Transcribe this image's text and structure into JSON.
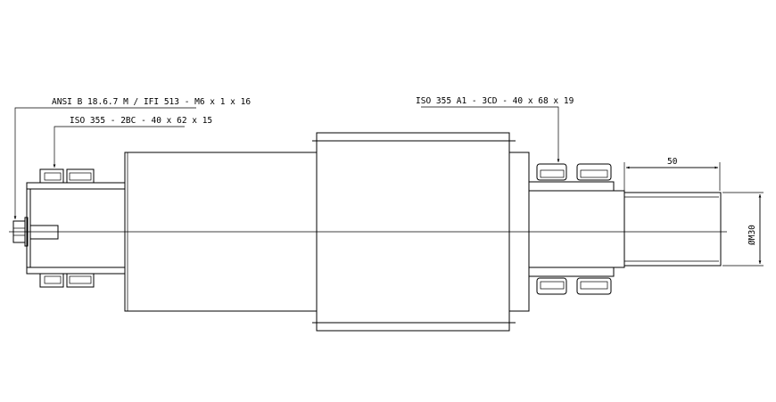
{
  "drawing": {
    "labels": {
      "bolt_spec": "ANSI B 18.6.7 M / IFI 513 - M6 x 1 x 16",
      "left_bearing_spec": "ISO 355 - 2BC - 40 x 62 x 15",
      "right_bearing_spec": "ISO 355 A1 - 3CD - 40 x 68 x 19"
    },
    "dimensions": {
      "shaft_end_length": "50",
      "thread_diameter": "ØM30"
    },
    "colors": {
      "line": "#000000",
      "background": "#ffffff"
    }
  }
}
